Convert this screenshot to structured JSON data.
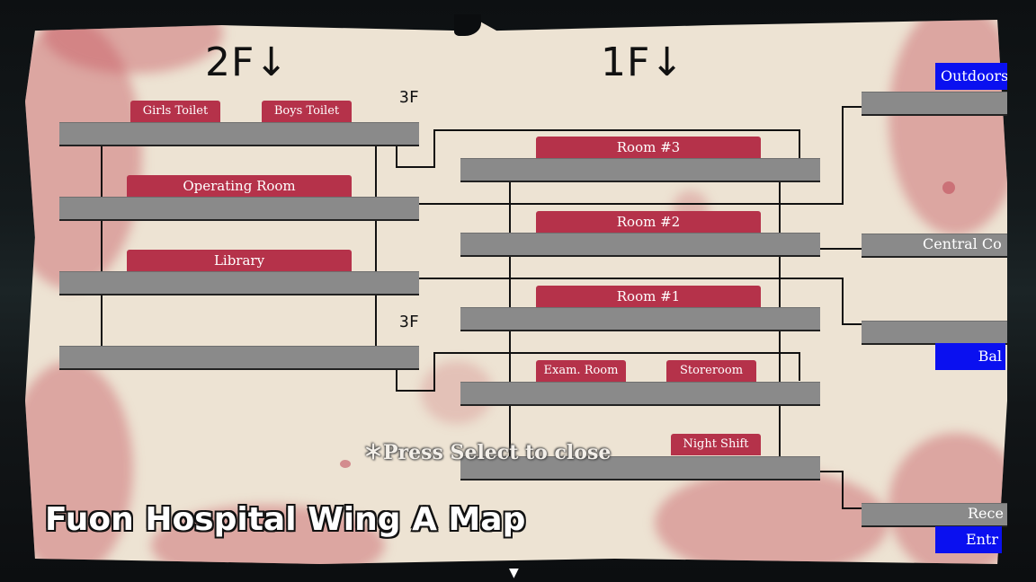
{
  "map": {
    "title": "Fuon Hospital Wing A Map",
    "hint": "＊Press Select to close",
    "floor_2f": "2F↓",
    "floor_1f": "1F↓",
    "stair_3f_top": "3F",
    "stair_3f_bottom": "3F",
    "next_icon": "▼"
  },
  "rooms_2f": {
    "girls_toilet": "Girls Toilet",
    "boys_toilet": "Boys Toilet",
    "operating_room": "Operating Room",
    "library": "Library"
  },
  "rooms_1f": {
    "room3": "Room #3",
    "room2": "Room #2",
    "room1": "Room #1",
    "exam_room": "Exam. Room",
    "storeroom": "Storeroom",
    "night_shift": "Night Shift"
  },
  "rooms_right": {
    "outdoors": "Outdoors",
    "central": "Central Co",
    "bal": "Bal",
    "rece": "Rece",
    "entr": "Entr"
  },
  "colors": {
    "room_tag": "#b5324a",
    "exit_tag": "#0a10f0",
    "corridor": "#8a8a8a",
    "paper": "#ede3d3"
  }
}
